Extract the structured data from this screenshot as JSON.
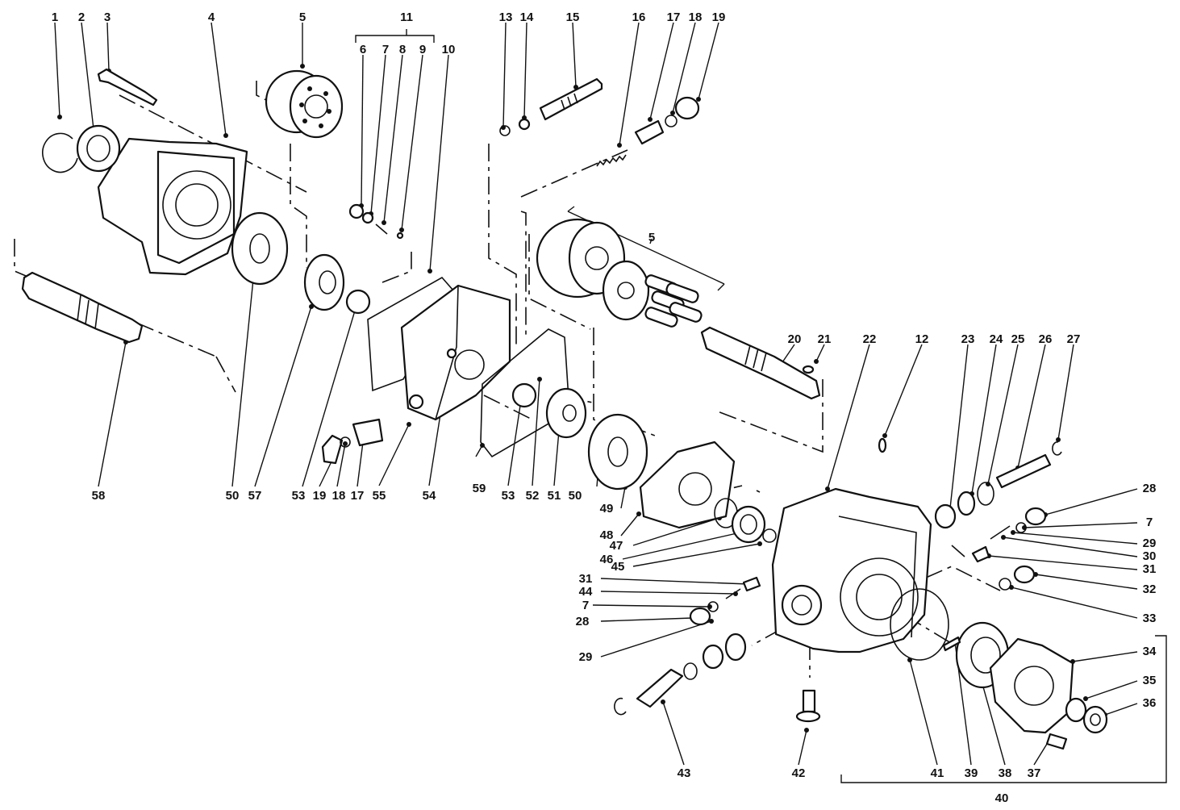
{
  "labels": {
    "l1": "1",
    "l2": "2",
    "l3": "3",
    "l4": "4",
    "l5a": "5",
    "l6": "6",
    "l7a": "7",
    "l8": "8",
    "l9": "9",
    "l10": "10",
    "l11": "11",
    "l13": "13",
    "l14": "14",
    "l15": "15",
    "l16": "16",
    "l17a": "17",
    "l18a": "18",
    "l19a": "19",
    "l5b": "5",
    "l20": "20",
    "l21": "21",
    "l22": "22",
    "l12": "12",
    "l23": "23",
    "l24": "24",
    "l25": "25",
    "l26": "26",
    "l27": "27",
    "l28a": "28",
    "l7b": "7",
    "l29a": "29",
    "l30": "30",
    "l31a": "31",
    "l32": "32",
    "l33": "33",
    "l34": "34",
    "l35": "35",
    "l36": "36",
    "l37": "37",
    "l38": "38",
    "l39": "39",
    "l41": "41",
    "l42": "42",
    "l43": "43",
    "l40": "40",
    "l29b": "29",
    "l28b": "28",
    "l7c": "7",
    "l44": "44",
    "l31b": "31",
    "l45": "45",
    "l46": "46",
    "l47": "47",
    "l48": "48",
    "l49": "49",
    "l50a": "50",
    "l51": "51",
    "l52": "52",
    "l53a": "53",
    "l59": "59",
    "l54": "54",
    "l55": "55",
    "l17b": "17",
    "l18b": "18",
    "l19b": "19",
    "l53b": "53",
    "l57": "57",
    "l50b": "50",
    "l58": "58"
  }
}
